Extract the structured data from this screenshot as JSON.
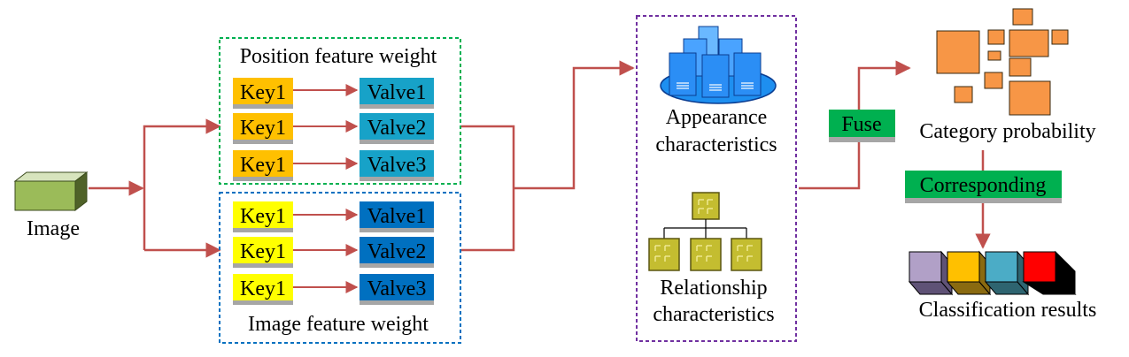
{
  "input": {
    "label": "Image"
  },
  "position_group": {
    "title": "Position feature weight",
    "rows": [
      {
        "key": "Key1",
        "value": "Valve1"
      },
      {
        "key": "Key1",
        "value": "Valve2"
      },
      {
        "key": "Key1",
        "value": "Valve3"
      }
    ]
  },
  "image_group": {
    "title": "Image feature weight",
    "rows": [
      {
        "key": "Key1",
        "value": "Valve1"
      },
      {
        "key": "Key1",
        "value": "Valve2"
      },
      {
        "key": "Key1",
        "value": "Valve3"
      }
    ]
  },
  "features": {
    "appearance_line1": "Appearance",
    "appearance_line2": "characteristics",
    "relationship_line1": "Relationship",
    "relationship_line2": "characteristics"
  },
  "fuse_label": "Fuse",
  "category_label": "Category probability",
  "corresponding_label": "Corresponding",
  "results_label": "Classification results",
  "colors": {
    "arrow": "#c0504d",
    "green_key": "#ffc000",
    "green_value": "#17a2c8",
    "blue_key": "#ffff00",
    "blue_value": "#0070c0",
    "green_border": "#00b050",
    "blue_border": "#0070c0",
    "purple_border": "#7030a0",
    "tag_green": "#00b050",
    "orange": "#f79646",
    "server_blue": "#1e8ff0",
    "olive": "#c4bd30",
    "result_colors": [
      "#b1a0c7",
      "#ffc000",
      "#4bacc6",
      "#ff0000"
    ]
  }
}
